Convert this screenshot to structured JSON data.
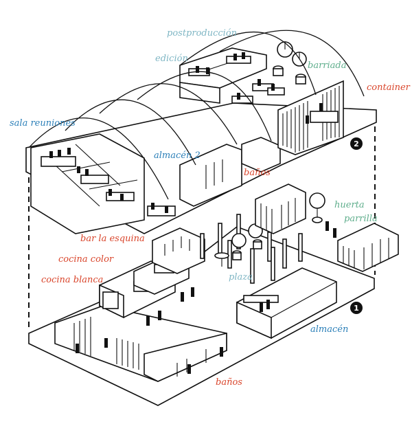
{
  "colors": {
    "red": "#d9452b",
    "blue": "#2b7fb8",
    "teal": "#7fb6c4",
    "green": "#5fae8c",
    "ink": "#111111"
  },
  "levels": {
    "level_1": "1",
    "level_2": "2"
  },
  "labels": {
    "postproduccion": "postproducción",
    "edicion": "edición",
    "barriada": "barriada",
    "container": "container",
    "sala_reuniones": "sala reuniones",
    "almacen_2": "almacén 2",
    "banos_2": "baños",
    "huerta": "huerta",
    "parrilla": "parrilla",
    "bar_la_esquina": "bar la esquina",
    "cocina_color": "cocina color",
    "cocina_blanca": "cocina blanca",
    "plaza": "plaza",
    "almacen": "almacén",
    "banos_1": "baños"
  }
}
